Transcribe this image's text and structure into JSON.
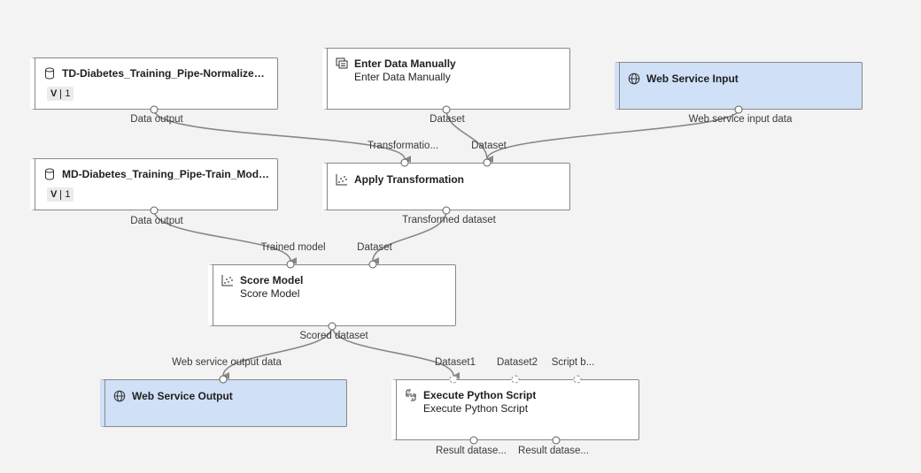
{
  "nodes": {
    "td_normalize": {
      "title": "TD-Diabetes_Training_Pipe-Normalize_Da...",
      "version_label": "V",
      "version": "1",
      "output_port": "Data output",
      "icon": "database-icon"
    },
    "enter_data": {
      "title": "Enter Data Manually",
      "subtitle": "Enter Data Manually",
      "output_port": "Dataset",
      "icon": "enter-data-icon"
    },
    "ws_input": {
      "title": "Web Service Input",
      "output_port": "Web service input data",
      "icon": "globe-icon"
    },
    "md_train": {
      "title": "MD-Diabetes_Training_Pipe-Train_Model-...",
      "version_label": "V",
      "version": "1",
      "output_port": "Data output",
      "icon": "database-icon"
    },
    "apply_transform": {
      "title": "Apply Transformation",
      "input_ports": [
        "Transformatio...",
        "Dataset"
      ],
      "output_port": "Transformed dataset",
      "icon": "scatter-icon"
    },
    "score_model": {
      "title": "Score Model",
      "subtitle": "Score Model",
      "input_ports": [
        "Trained model",
        "Dataset"
      ],
      "output_port": "Scored dataset",
      "icon": "scatter-icon"
    },
    "ws_output": {
      "title": "Web Service Output",
      "input_port": "Web service output data",
      "icon": "globe-icon"
    },
    "python_script": {
      "title": "Execute Python Script",
      "subtitle": "Execute Python Script",
      "input_ports": [
        "Dataset1",
        "Dataset2",
        "Script b..."
      ],
      "output_ports": [
        "Result datase...",
        "Result datase..."
      ],
      "icon": "python-icon"
    }
  },
  "colors": {
    "canvas": "#f3f3f3",
    "node": "#ffffff",
    "web_service_node": "#cfe0f7",
    "wire": "#8a8886"
  }
}
